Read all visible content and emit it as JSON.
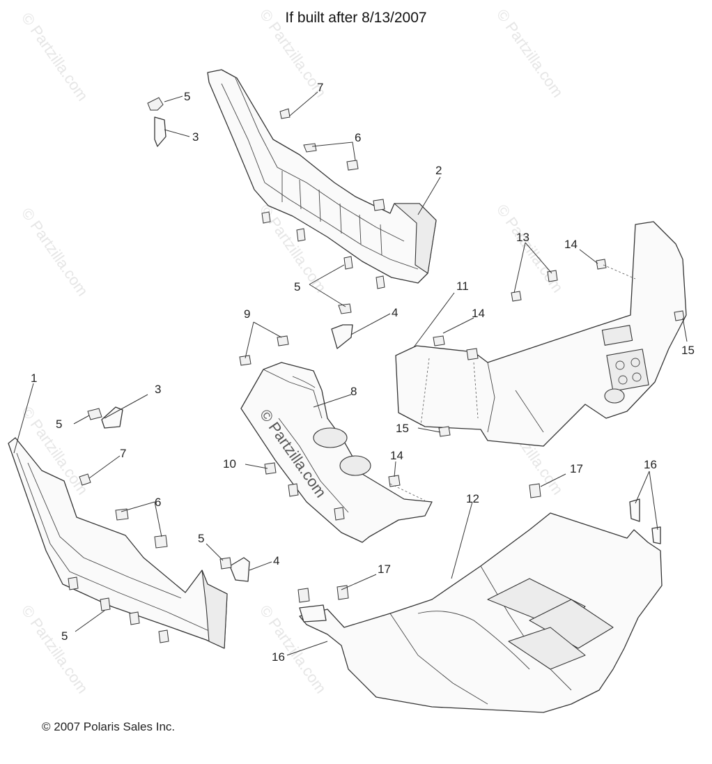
{
  "header": {
    "title": "If built after 8/13/2007"
  },
  "footer": {
    "copyright": "© 2007 Polaris Sales Inc."
  },
  "watermark": {
    "text": "© Partzilla.com",
    "color": "#e6e6e6"
  },
  "callouts": {
    "c1": "1",
    "c2": "2",
    "c3a": "3",
    "c3b": "3",
    "c4a": "4",
    "c4b": "4",
    "c5a": "5",
    "c5b": "5",
    "c5c": "5",
    "c5d": "5",
    "c5e": "5",
    "c6a": "6",
    "c6b": "6",
    "c7a": "7",
    "c7b": "7",
    "c8": "8",
    "c9": "9",
    "c10": "10",
    "c11": "11",
    "c12": "12",
    "c13": "13",
    "c14a": "14",
    "c14b": "14",
    "c14c": "14",
    "c15a": "15",
    "c15b": "15",
    "c16a": "16",
    "c16b": "16",
    "c17a": "17",
    "c17b": "17"
  }
}
